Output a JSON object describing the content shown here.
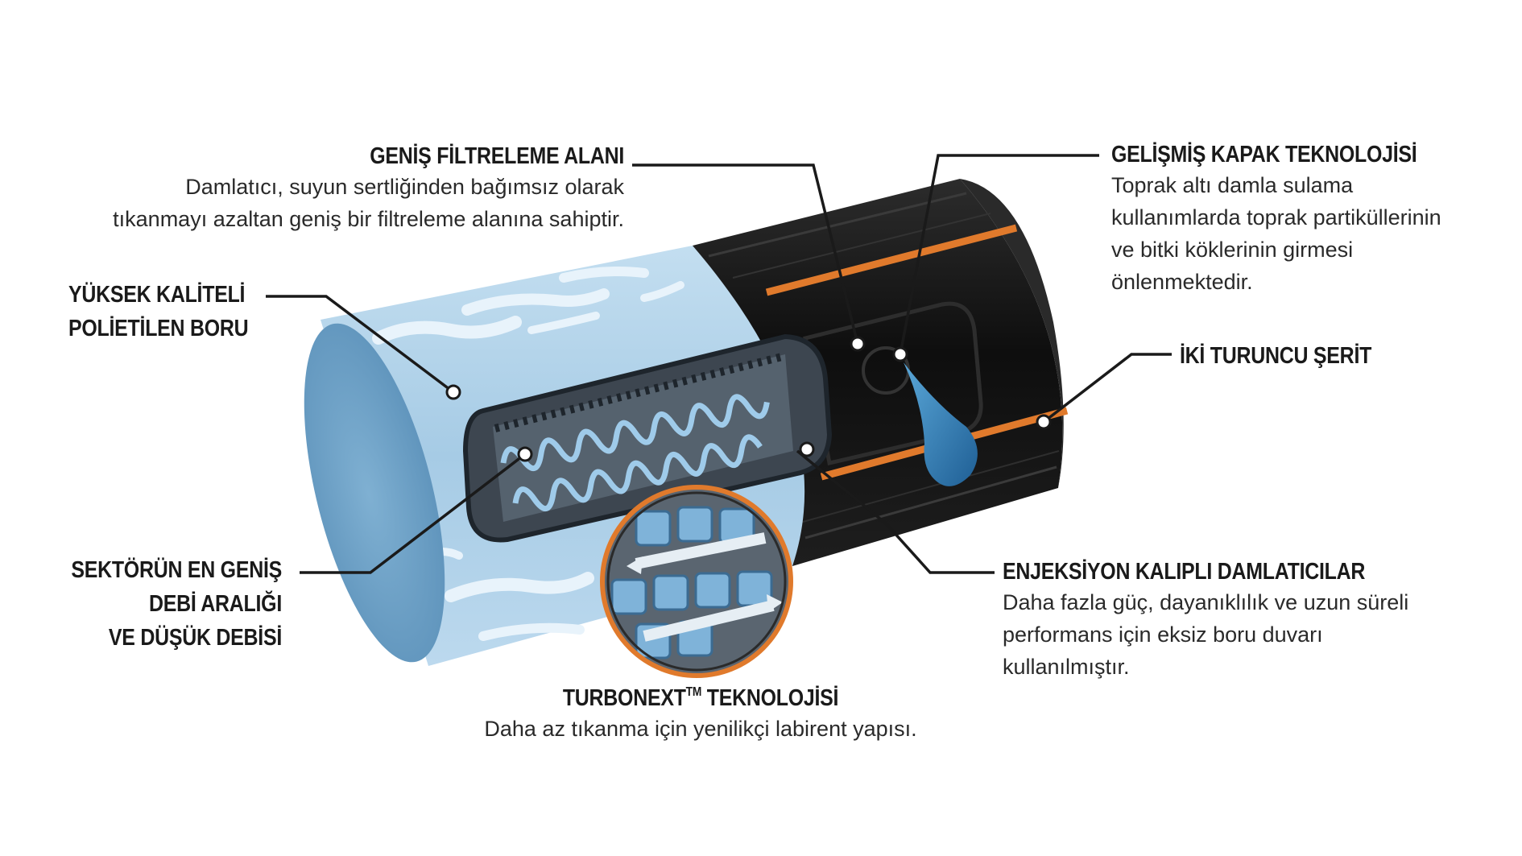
{
  "callouts": {
    "wide_filter": {
      "title": "GENİŞ FİLTRELEME ALANI",
      "desc": [
        "Damlatıcı, suyun sertliğinden bağımsız olarak",
        "tıkanmayı azaltan geniş bir filtreleme alanına sahiptir."
      ]
    },
    "cover_tech": {
      "title": "GELİŞMİŞ KAPAK TEKNOLOJİSİ",
      "desc": [
        "Toprak altı damla sulama",
        "kullanımlarda toprak partiküllerinin",
        "ve bitki köklerinin girmesi",
        "önlenmektedir."
      ]
    },
    "pipe": {
      "title": [
        "YÜKSEK KALİTELİ",
        "POLİETİLEN BORU"
      ]
    },
    "stripes": {
      "title": "İKİ TURUNCU ŞERİT"
    },
    "flow_range": {
      "title": [
        "SEKTÖRÜN EN GENİŞ",
        "DEBİ ARALIĞI",
        "VE DÜŞÜK DEBİSİ"
      ]
    },
    "injection": {
      "title": "ENJEKSİYON KALIPLI DAMLATICILAR",
      "desc": [
        "Daha fazla güç, dayanıklılık ve uzun süreli",
        "performans için eksiz boru duvarı",
        "kullanılmıştır."
      ]
    },
    "turbonext": {
      "title": "TURBONEXT",
      "title_sup": "TM",
      "title_tail": " TEKNOLOJİSİ",
      "desc": "Daha az tıkanma için yenilikçi labirent yapısı."
    }
  },
  "colors": {
    "pipe_black": "#141414",
    "stripe_orange": "#e07a2c",
    "transparent_blue": "#a9cde6",
    "end_face_blue": "#6fa3c8",
    "water_drop": "#2e7fb8",
    "inset_ring": "#e07a2c"
  }
}
